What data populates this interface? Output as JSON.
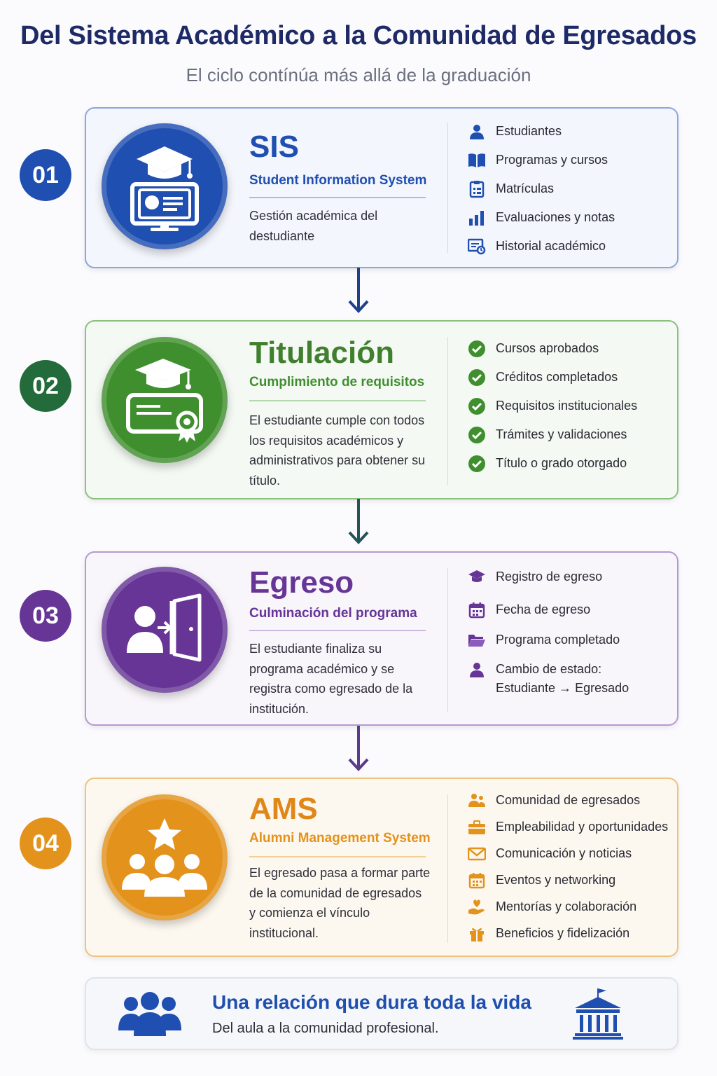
{
  "header": {
    "title": "Del Sistema Académico a la Comunidad de Egresados",
    "subtitle": "El ciclo contínúa más allá de la graduación"
  },
  "steps": [
    {
      "number": "01",
      "title": "SIS",
      "subtitle": "Student Information System",
      "description": "Gestión académica del destudiante",
      "color": "#1f4fb0",
      "bg": "#f4f6fd",
      "border": "#8da5dd",
      "icon": "computer-graduation-cap-icon",
      "features": [
        {
          "icon": "user-icon",
          "label": "Estudiantes"
        },
        {
          "icon": "book-icon",
          "label": "Programas y cursos"
        },
        {
          "icon": "clipboard-icon",
          "label": "Matrículas"
        },
        {
          "icon": "bar-chart-icon",
          "label": "Evaluaciones y notas"
        },
        {
          "icon": "history-record-icon",
          "label": "Historial académico"
        }
      ]
    },
    {
      "number": "02",
      "title": "Titulación",
      "subtitle": "Cumplimiento de requisitos",
      "description": "El estudiante cumple con todos los requisitos académicos y administrativos para obtener su título.",
      "color": "#3f8f2e",
      "bg": "#f4f9f3",
      "border": "#8cc07d",
      "badge_color": "#236b3a",
      "icon": "diploma-graduation-cap-icon",
      "features": [
        {
          "icon": "check-circle-icon",
          "label": "Cursos aprobados"
        },
        {
          "icon": "check-circle-icon",
          "label": "Créditos completados"
        },
        {
          "icon": "check-circle-icon",
          "label": "Requisitos institucionales"
        },
        {
          "icon": "check-circle-icon",
          "label": "Trámites y validaciones"
        },
        {
          "icon": "check-circle-icon",
          "label": "Título o grado otorgado"
        }
      ]
    },
    {
      "number": "03",
      "title": "Egreso",
      "subtitle": "Culminación del programa",
      "description": "El estudiante finaliza su programa académico y se registra como egresado de la institución.",
      "color": "#663596",
      "bg": "#f8f5fb",
      "border": "#b59ad2",
      "icon": "person-exit-door-icon",
      "features": [
        {
          "icon": "graduation-cap-icon",
          "label": "Registro de egreso"
        },
        {
          "icon": "calendar-icon",
          "label": "Fecha de egreso"
        },
        {
          "icon": "folder-icon",
          "label": "Programa completado"
        },
        {
          "icon": "user-icon",
          "label": "Cambio de estado:",
          "label2": "Estudiante → Egresado"
        }
      ]
    },
    {
      "number": "04",
      "title": "AMS",
      "subtitle": "Alumni Management System",
      "description": "El egresado pasa a formar parte de la comunidad de egresados y comienza el vínculo institucional.",
      "color": "#e3921c",
      "bg": "#fdf8ef",
      "border": "#eec37c",
      "icon": "community-star-icon",
      "features": [
        {
          "icon": "people-icon",
          "label": "Comunidad de egresados"
        },
        {
          "icon": "briefcase-icon",
          "label": "Empleabilidad y oportunidades"
        },
        {
          "icon": "envelope-icon",
          "label": "Comunicación y noticias"
        },
        {
          "icon": "calendar-icon",
          "label": "Eventos y networking"
        },
        {
          "icon": "heart-hand-icon",
          "label": "Mentorías y colaboración"
        },
        {
          "icon": "gift-icon",
          "label": "Beneficios y fidelización"
        }
      ]
    }
  ],
  "footer": {
    "title": "Una relación que dura toda la vida",
    "subtitle": "Del aula a la comunidad profesional.",
    "left_icon": "people-group-icon",
    "right_icon": "institution-building-icon"
  }
}
